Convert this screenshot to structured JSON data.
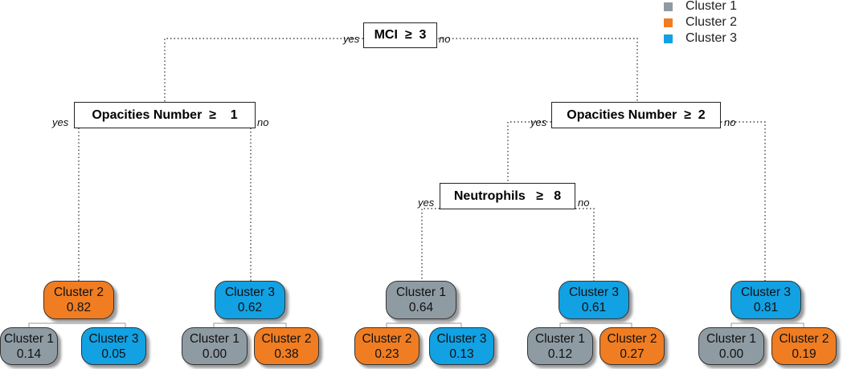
{
  "colors": {
    "cluster1": "#8E9BA3",
    "cluster2": "#F07D22",
    "cluster3": "#12A1E3"
  },
  "legend": [
    {
      "label": "Cluster 1",
      "color": "#8E9BA3"
    },
    {
      "label": "Cluster 2",
      "color": "#F07D22"
    },
    {
      "label": "Cluster 3",
      "color": "#12A1E3"
    }
  ],
  "yes_label": "yes",
  "no_label": "no",
  "splits": {
    "root": {
      "label": "MCI  ≥  3"
    },
    "left": {
      "label": "Opacities Number  ≥    1"
    },
    "right": {
      "label": "Opacities Number  ≥  2"
    },
    "right_left": {
      "label": "Neutrophils   ≥   8"
    }
  },
  "leaves": [
    {
      "main": {
        "name": "Cluster 2",
        "value": "0.82",
        "cls": "cluster2"
      },
      "sub": [
        {
          "name": "Cluster 1",
          "value": "0.14",
          "cls": "cluster1"
        },
        {
          "name": "Cluster 3",
          "value": "0.05",
          "cls": "cluster3"
        }
      ]
    },
    {
      "main": {
        "name": "Cluster 3",
        "value": "0.62",
        "cls": "cluster3"
      },
      "sub": [
        {
          "name": "Cluster 1",
          "value": "0.00",
          "cls": "cluster1"
        },
        {
          "name": "Cluster 2",
          "value": "0.38",
          "cls": "cluster2"
        }
      ]
    },
    {
      "main": {
        "name": "Cluster 1",
        "value": "0.64",
        "cls": "cluster1"
      },
      "sub": [
        {
          "name": "Cluster 2",
          "value": "0.23",
          "cls": "cluster2"
        },
        {
          "name": "Cluster 3",
          "value": "0.13",
          "cls": "cluster3"
        }
      ]
    },
    {
      "main": {
        "name": "Cluster 3",
        "value": "0.61",
        "cls": "cluster3"
      },
      "sub": [
        {
          "name": "Cluster 1",
          "value": "0.12",
          "cls": "cluster1"
        },
        {
          "name": "Cluster 2",
          "value": "0.27",
          "cls": "cluster2"
        }
      ]
    },
    {
      "main": {
        "name": "Cluster 3",
        "value": "0.81",
        "cls": "cluster3"
      },
      "sub": [
        {
          "name": "Cluster 1",
          "value": "0.00",
          "cls": "cluster1"
        },
        {
          "name": "Cluster 2",
          "value": "0.19",
          "cls": "cluster2"
        }
      ]
    }
  ]
}
